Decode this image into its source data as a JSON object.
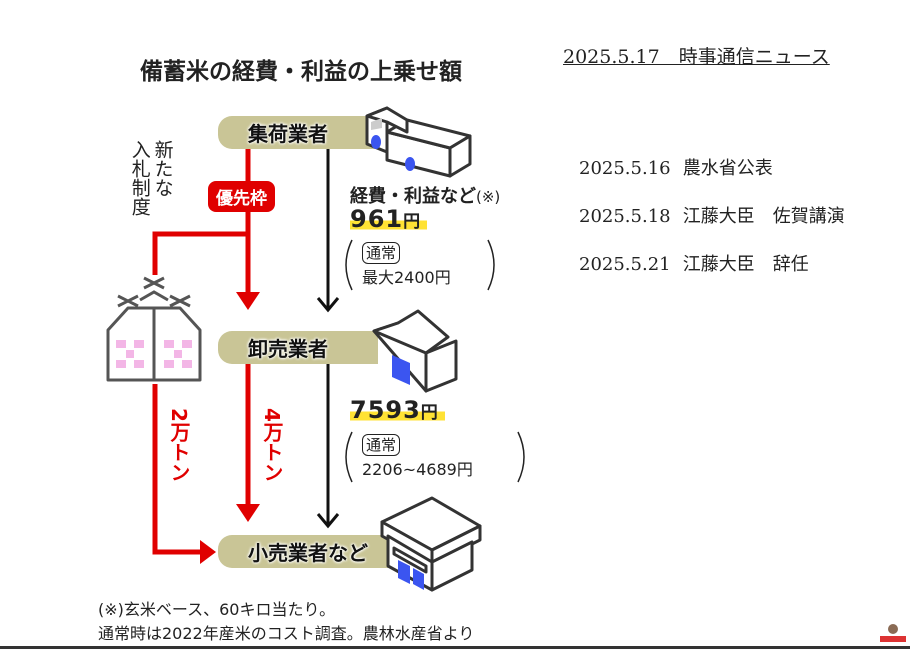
{
  "diagram": {
    "title": "備蓄米の経費・利益の上乗せ額",
    "side_label": {
      "line1": "新たな",
      "line2": "入札制度"
    },
    "priority_label": "優先枠",
    "nodes": {
      "collector": "集荷業者",
      "wholesaler": "卸売業者",
      "retailer": "小売業者など"
    },
    "stage1": {
      "label": "経費・利益など",
      "note_mark": "(※)",
      "amount": "961",
      "unit": "円",
      "normal_badge": "通常",
      "normal_value": "最大2400円"
    },
    "stage2": {
      "amount": "7593",
      "unit": "円",
      "normal_badge": "通常",
      "normal_value": "2206~4689円"
    },
    "flows": {
      "direct_to_retail": "2万トン",
      "via_wholesale": "4万トン"
    },
    "footnotes": [
      "(※)玄米ベース、60キロ当たり。",
      "通常時は2022年産米のコスト調査。農林水産省より"
    ],
    "icons": {
      "collector": "truck-icon",
      "wholesaler": "warehouse-icon",
      "retailer": "store-icon",
      "rice": "rice-bags-icon"
    },
    "colors": {
      "red": "#e00000",
      "node_bg": "#c9c596",
      "highlight": "#ffe234",
      "icon_blue": "#3b55f0",
      "rice_pink": "#f3b6e6"
    }
  },
  "news": {
    "source": "2025.5.17　時事通信ニュース",
    "timeline": [
      {
        "date": "2025.5.16",
        "event": "農水省公表"
      },
      {
        "date": "2025.5.18",
        "event": "江藤大臣　佐賀講演"
      },
      {
        "date": "2025.5.21",
        "event": "江藤大臣　辞任"
      }
    ]
  }
}
